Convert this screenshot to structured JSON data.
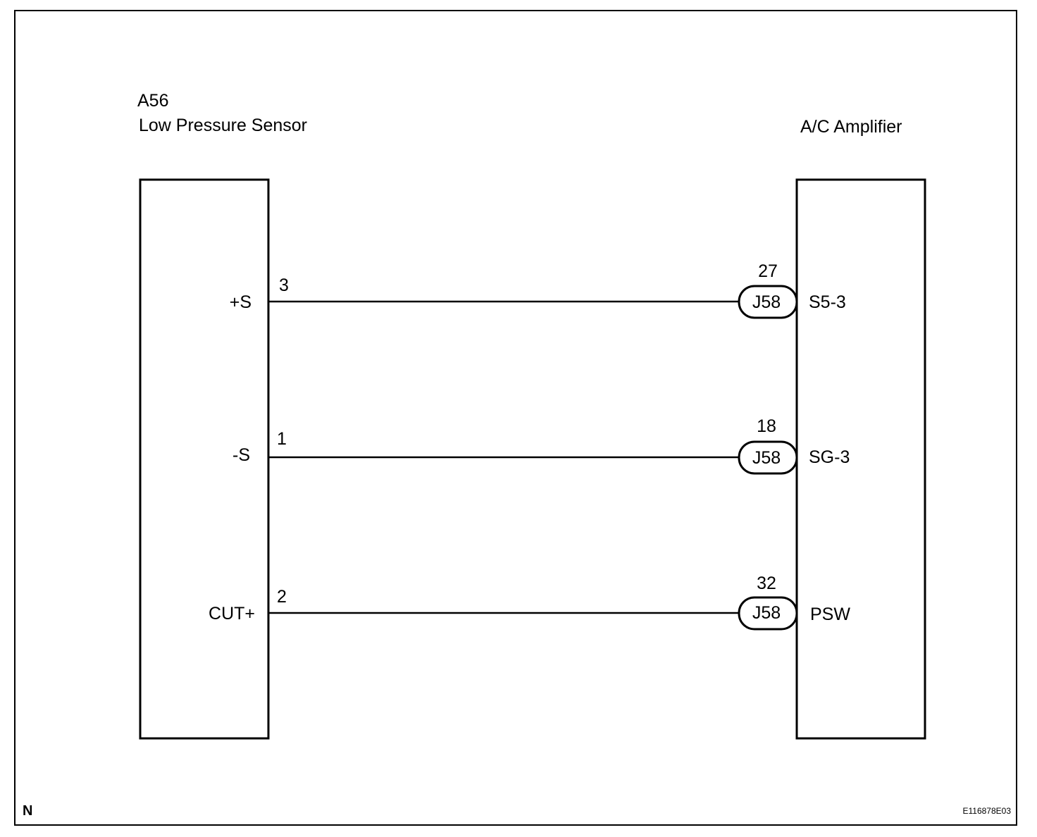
{
  "left_component": {
    "code": "A56",
    "name": "Low Pressure Sensor",
    "pins": [
      {
        "signal": "+S",
        "number": "3"
      },
      {
        "signal": "-S",
        "number": "1"
      },
      {
        "signal": "CUT+",
        "number": "2"
      }
    ]
  },
  "right_component": {
    "name": "A/C Amplifier",
    "pins": [
      {
        "connector": "J58",
        "number": "27",
        "signal": "S5-3"
      },
      {
        "connector": "J58",
        "number": "18",
        "signal": "SG-3"
      },
      {
        "connector": "J58",
        "number": "32",
        "signal": "PSW"
      }
    ]
  },
  "footer": {
    "corner_mark": "N",
    "figure_id": "E116878E03"
  },
  "colors": {
    "line": "#000000",
    "background": "#ffffff"
  }
}
